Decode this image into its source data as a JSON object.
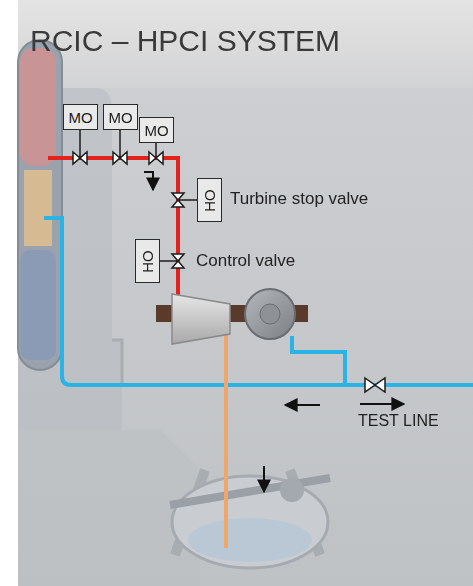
{
  "diagram": {
    "title": "RCIC – HPCI SYSTEM",
    "nodes": [
      {
        "text": [
          "MO"
        ]
      },
      {
        "text": [
          "MO"
        ]
      },
      {
        "text": [
          "MO"
        ]
      },
      {
        "text": [
          "HO"
        ]
      },
      {
        "text": [
          "HO"
        ]
      }
    ],
    "labels": [
      "Turbine stop valve",
      "Control valve",
      "TEST LINE"
    ]
  }
}
